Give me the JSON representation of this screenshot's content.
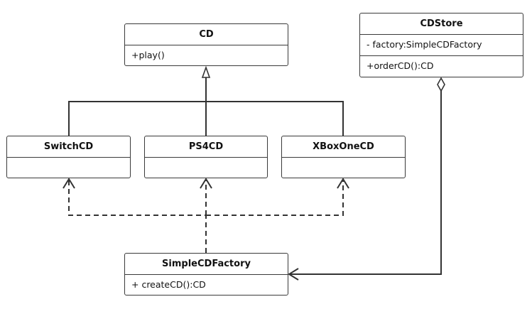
{
  "diagram": {
    "classes": [
      {
        "id": "cd",
        "name": "CD",
        "attributes": [],
        "operations": [
          "+play()"
        ]
      },
      {
        "id": "cdstore",
        "name": "CDStore",
        "attributes": [
          "- factory:SimpleCDFactory"
        ],
        "operations": [
          "+orderCD():CD"
        ]
      },
      {
        "id": "switchcd",
        "name": "SwitchCD",
        "attributes": [],
        "operations": []
      },
      {
        "id": "ps4cd",
        "name": "PS4CD",
        "attributes": [],
        "operations": []
      },
      {
        "id": "xboxonecd",
        "name": "XBoxOneCD",
        "attributes": [],
        "operations": []
      },
      {
        "id": "simplecdfactory",
        "name": "SimpleCDFactory",
        "attributes": [],
        "operations": [
          "+ createCD():CD"
        ]
      }
    ],
    "relations": [
      {
        "type": "generalization",
        "from": "SwitchCD",
        "to": "CD"
      },
      {
        "type": "generalization",
        "from": "PS4CD",
        "to": "CD"
      },
      {
        "type": "generalization",
        "from": "XBoxOneCD",
        "to": "CD"
      },
      {
        "type": "dependency",
        "from": "SimpleCDFactory",
        "to": "SwitchCD"
      },
      {
        "type": "dependency",
        "from": "SimpleCDFactory",
        "to": "PS4CD"
      },
      {
        "type": "dependency",
        "from": "SimpleCDFactory",
        "to": "XBoxOneCD"
      },
      {
        "type": "aggregation",
        "from": "CDStore",
        "to": "SimpleCDFactory"
      }
    ]
  }
}
